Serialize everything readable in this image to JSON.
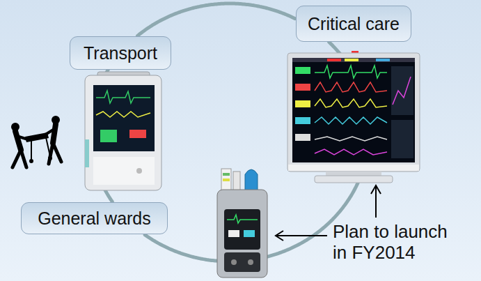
{
  "diagram": {
    "nodes": [
      {
        "text": [
          "Transport"
        ]
      },
      {
        "text": [
          "Critical care"
        ]
      },
      {
        "text": [
          "General wards"
        ]
      }
    ],
    "edges": [
      {
        "from": 0,
        "to": 1,
        "arrow": "none"
      },
      {
        "from": 1,
        "to": 2,
        "arrow": "none"
      },
      {
        "from": 2,
        "to": 0,
        "arrow": "none"
      }
    ],
    "labels": [
      "Plan to launch in FY2014"
    ]
  }
}
